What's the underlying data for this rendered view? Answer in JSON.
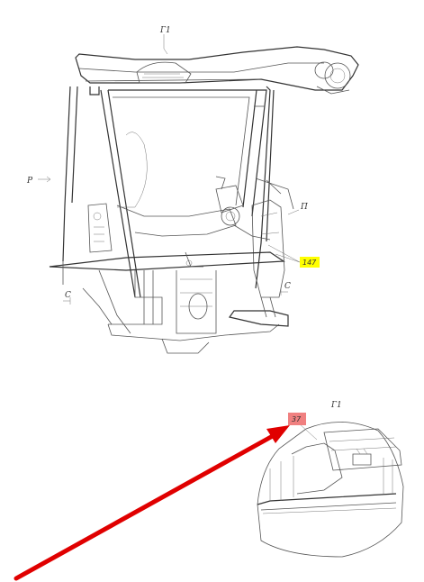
{
  "labels": {
    "view_g1_top": "Г1",
    "view_p": "Р",
    "view_pi": "П",
    "section_c_left": "С",
    "section_c_right": "С",
    "view_g1_detail": "Г1"
  },
  "callouts": {
    "callout_147": {
      "text": "147",
      "color": "#ffff00"
    },
    "callout_37": {
      "text": "37",
      "color": "#f08080"
    }
  },
  "arrow": {
    "color": "#e00000"
  }
}
